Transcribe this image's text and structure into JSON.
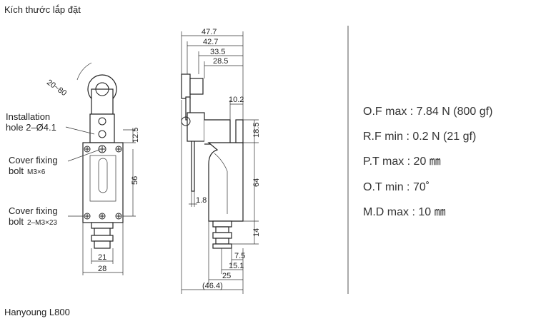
{
  "page_title": "Kích thước lắp đặt",
  "footer_title": "Hanyoung L800",
  "front_view": {
    "angle_label": "20~80",
    "install_hole_label": "Installation",
    "install_hole_label2": "hole 2–Ø4.1",
    "cover_bolt1_label": "Cover fixing",
    "cover_bolt1_label2": "bolt",
    "cover_bolt1_spec": "M3×6",
    "cover_bolt2_label": "Cover fixing",
    "cover_bolt2_label2": "bolt",
    "cover_bolt2_spec": "2–M3×23",
    "dim_12_5": "12.5",
    "dim_56": "56",
    "dim_21": "21",
    "dim_28": "28"
  },
  "side_view": {
    "dim_47_7": "47.7",
    "dim_42_7": "42.7",
    "dim_33_5": "33.5",
    "dim_28_5": "28.5",
    "dim_10_2": "10.2",
    "dim_18_5": "18.5",
    "dim_64": "64",
    "dim_1_8": "1.8",
    "dim_14": "14",
    "dim_7_5": "7.5",
    "dim_15_1": "15.1",
    "dim_25": "25",
    "dim_46_4": "(46.4)"
  },
  "specs": [
    "O.F max : 7.84 N (800 gf)",
    "R.F min : 0.2 N (21 gf)",
    "P.T max : 20 ㎜",
    "O.T min : 70˚",
    "M.D max : 10 ㎜"
  ]
}
